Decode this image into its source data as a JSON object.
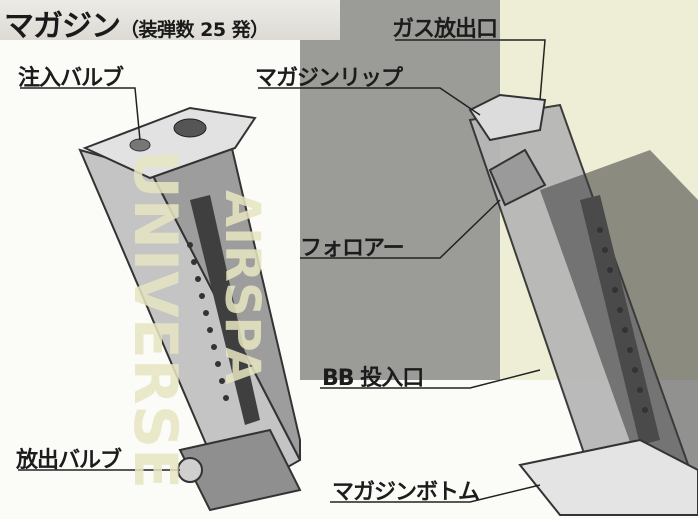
{
  "title": {
    "main": "マガジン",
    "sub": "（装弾数 25 発）"
  },
  "labels": {
    "injection_valve": "注入バルブ",
    "magazine_lip": "マガジンリップ",
    "gas_outlet": "ガス放出口",
    "follower": "フォロアー",
    "bb_inlet": "BB 投入口",
    "release_valve": "放出バルブ",
    "magazine_bottom": "マガジンボトム"
  },
  "watermark": {
    "line1": "UNIVERSE",
    "line2": "AIRSPA"
  },
  "colors": {
    "overlay_gray": "#7a7a7a",
    "overlay_cream": "#eeedd6",
    "magazine_body": "#bdbdbd",
    "magazine_dark": "#3a3a3a"
  }
}
